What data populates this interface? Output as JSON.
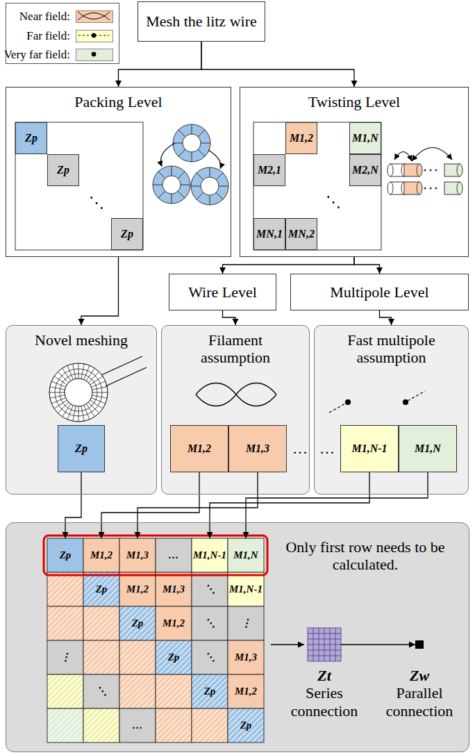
{
  "diagram": {
    "nodes": [
      {
        "text": [
          "Mesh the litz wire"
        ]
      },
      {
        "text": [
          "Packing Level"
        ]
      },
      {
        "text": [
          "Zp"
        ],
        "in": 1
      },
      {
        "text": [
          "Zp"
        ],
        "in": 1
      },
      {
        "text": [
          "Zp"
        ],
        "in": 1
      },
      {
        "text": [
          "Twisting Level"
        ]
      },
      {
        "text": [
          "M1,2"
        ],
        "in": 5
      },
      {
        "text": [
          "M1,N"
        ],
        "in": 5
      },
      {
        "text": [
          "M2,1"
        ],
        "in": 5
      },
      {
        "text": [
          "M2,N"
        ],
        "in": 5
      },
      {
        "text": [
          "MN,1"
        ],
        "in": 5
      },
      {
        "text": [
          "MN,2"
        ],
        "in": 5
      },
      {
        "text": [
          "Wire Level"
        ]
      },
      {
        "text": [
          "Multipole Level"
        ]
      },
      {
        "text": [
          "Novel meshing"
        ]
      },
      {
        "text": [
          "Zp"
        ],
        "in": 14
      },
      {
        "text": [
          "Filament assumption"
        ]
      },
      {
        "text": [
          "M1,2"
        ],
        "in": 16
      },
      {
        "text": [
          "M1,3"
        ],
        "in": 16
      },
      {
        "text": [
          "Fast multipole assumption"
        ]
      },
      {
        "text": [
          "M1,N-1"
        ],
        "in": 19
      },
      {
        "text": [
          "M1,N"
        ],
        "in": 19
      },
      {
        "text": [
          "Only first row needs to be calculated."
        ]
      },
      {
        "text": [
          "Zp"
        ],
        "in": 22
      },
      {
        "text": [
          "M1,2"
        ],
        "in": 22
      },
      {
        "text": [
          "M1,3"
        ],
        "in": 22
      },
      {
        "text": [
          "…"
        ],
        "in": 22
      },
      {
        "text": [
          "M1,N-1"
        ],
        "in": 22
      },
      {
        "text": [
          "M1,N"
        ],
        "in": 22
      },
      {
        "text": [
          "Zp"
        ],
        "in": 22
      },
      {
        "text": [
          "M1,2"
        ],
        "in": 22
      },
      {
        "text": [
          "M1,3"
        ],
        "in": 22
      },
      {
        "text": [
          "⋱"
        ],
        "in": 22
      },
      {
        "text": [
          "M1,N-1"
        ],
        "in": 22
      },
      {
        "text": [
          "Zp"
        ],
        "in": 22
      },
      {
        "text": [
          "M1,2"
        ],
        "in": 22
      },
      {
        "text": [
          "⋱"
        ],
        "in": 22
      },
      {
        "text": [
          "⋮"
        ],
        "in": 22
      },
      {
        "text": [
          "⋮"
        ],
        "in": 22
      },
      {
        "text": [
          "Zp"
        ],
        "in": 22
      },
      {
        "text": [
          "⋱"
        ],
        "in": 22
      },
      {
        "text": [
          "M1,3"
        ],
        "in": 22
      },
      {
        "text": [
          "⋱"
        ],
        "in": 22
      },
      {
        "text": [
          "Zp"
        ],
        "in": 22
      },
      {
        "text": [
          "M1,2"
        ],
        "in": 22
      },
      {
        "text": [
          "…"
        ],
        "in": 22
      },
      {
        "text": [
          "Zp"
        ],
        "in": 22
      },
      {
        "text": [
          "Zt",
          "Series connection"
        ],
        "in": 22
      },
      {
        "text": [
          "Zw",
          "Parallel connection"
        ],
        "in": 22
      }
    ],
    "edges": [
      {
        "from": 0,
        "to": 1,
        "arrow": "to"
      },
      {
        "from": 0,
        "to": 5,
        "arrow": "to"
      },
      {
        "from": 1,
        "to": 14,
        "arrow": "to"
      },
      {
        "from": 5,
        "to": 12,
        "arrow": "to"
      },
      {
        "from": 5,
        "to": 13,
        "arrow": "to"
      },
      {
        "from": 12,
        "to": 16,
        "arrow": "to"
      },
      {
        "from": 13,
        "to": 19,
        "arrow": "to"
      },
      {
        "from": 15,
        "to": 23,
        "arrow": "to"
      },
      {
        "from": 17,
        "to": 24,
        "arrow": "to"
      },
      {
        "from": 18,
        "to": 25,
        "arrow": "to"
      },
      {
        "from": 20,
        "to": 27,
        "arrow": "to"
      },
      {
        "from": 21,
        "to": 28,
        "arrow": "to"
      },
      {
        "from": 47,
        "to": 48,
        "arrow": "to"
      }
    ],
    "labels": [
      "⋱",
      "⋱",
      "…",
      "…"
    ],
    "legend": [
      {
        "text": "Near field:",
        "color": "#f8cbad"
      },
      {
        "text": "Far field:",
        "color": "#ffffcc"
      },
      {
        "text": "Very far field:",
        "color": "#e2efda"
      }
    ]
  }
}
